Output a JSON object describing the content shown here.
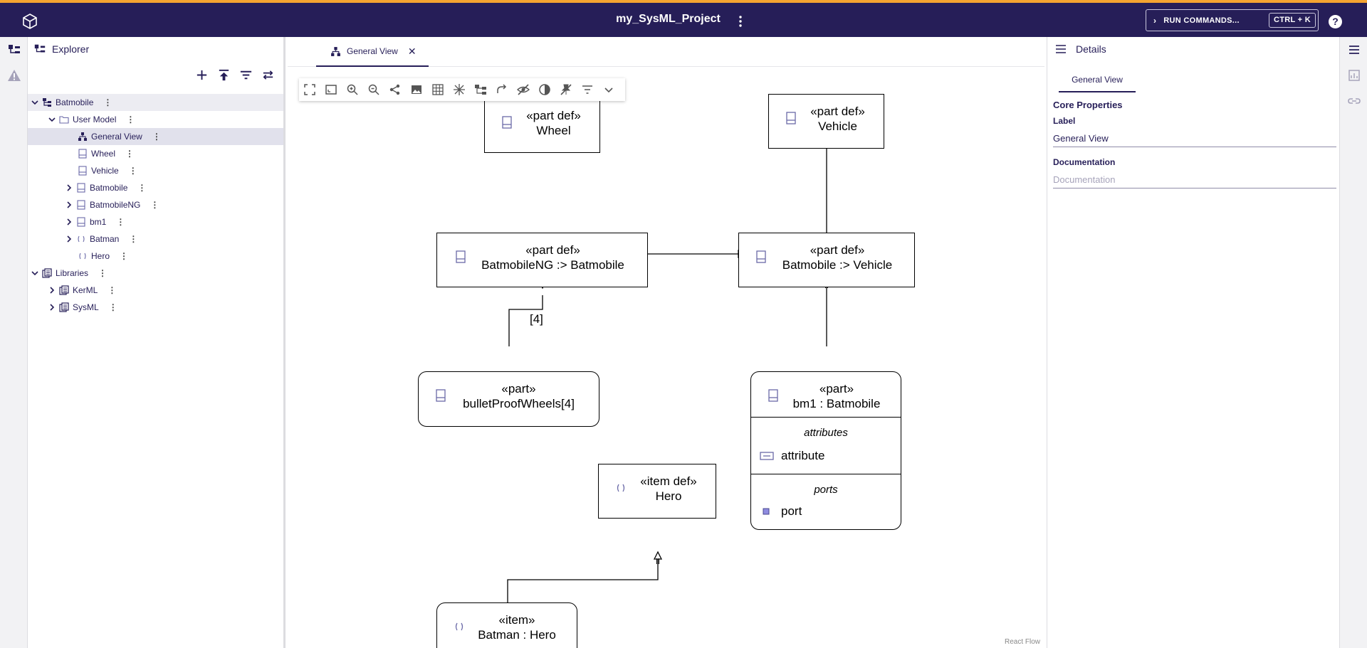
{
  "header": {
    "project_title": "my_SysML_Project",
    "run_commands_label": "RUN COMMANDS...",
    "run_commands_shortcut": "CTRL + K",
    "help_label": "?"
  },
  "explorer": {
    "title": "Explorer",
    "tree": [
      {
        "label": "Batmobile",
        "level": 0,
        "expanded": true,
        "icon": "project-icon"
      },
      {
        "label": "User Model",
        "level": 1,
        "expanded": true,
        "icon": "folder-icon"
      },
      {
        "label": "General View",
        "level": 2,
        "icon": "diagram-icon",
        "selected": true
      },
      {
        "label": "Wheel",
        "level": 2,
        "icon": "part-def-icon"
      },
      {
        "label": "Vehicle",
        "level": 2,
        "icon": "part-def-icon"
      },
      {
        "label": "Batmobile",
        "level": 2,
        "icon": "part-def-icon",
        "collapsed": true
      },
      {
        "label": "BatmobileNG",
        "level": 2,
        "icon": "part-def-icon",
        "collapsed": true
      },
      {
        "label": "bm1",
        "level": 2,
        "icon": "part-icon",
        "collapsed": true
      },
      {
        "label": "Batman",
        "level": 2,
        "icon": "item-icon",
        "collapsed": true
      },
      {
        "label": "Hero",
        "level": 2,
        "icon": "item-icon"
      },
      {
        "label": "Libraries",
        "level": 0,
        "expanded": true,
        "icon": "library-icon"
      },
      {
        "label": "KerML",
        "level": 1,
        "icon": "library-icon",
        "collapsed": true
      },
      {
        "label": "SysML",
        "level": 1,
        "icon": "library-icon",
        "collapsed": true
      }
    ]
  },
  "editor": {
    "tab_label": "General View",
    "attribution": "React Flow"
  },
  "diagram": {
    "wheel": {
      "stereotype": "«part def»",
      "name": "Wheel"
    },
    "vehicle": {
      "stereotype": "«part def»",
      "name": "Vehicle"
    },
    "batmobile_ng": {
      "stereotype": "«part def»",
      "name": "BatmobileNG :> Batmobile"
    },
    "batmobile": {
      "stereotype": "«part def»",
      "name": "Batmobile :> Vehicle"
    },
    "bullet": {
      "stereotype": "«part»",
      "name": "bulletProofWheels[4]"
    },
    "multiplicity": "[4]",
    "bm1": {
      "stereotype": "«part»",
      "name": "bm1 : Batmobile",
      "attributes_header": "attributes",
      "attribute": "attribute",
      "ports_header": "ports",
      "port": "port"
    },
    "hero": {
      "stereotype": "«item def»",
      "name": "Hero"
    },
    "batman": {
      "stereotype": "«item»",
      "name": "Batman : Hero"
    }
  },
  "details": {
    "title": "Details",
    "tab_label": "General View",
    "section": "Core Properties",
    "label_caption": "Label",
    "label_value": "General View",
    "doc_caption": "Documentation",
    "doc_placeholder": "Documentation"
  },
  "colors": {
    "header_bg": "#261e58",
    "accent_top": "#f4a431",
    "icon_purple": "#6b6aa8"
  }
}
